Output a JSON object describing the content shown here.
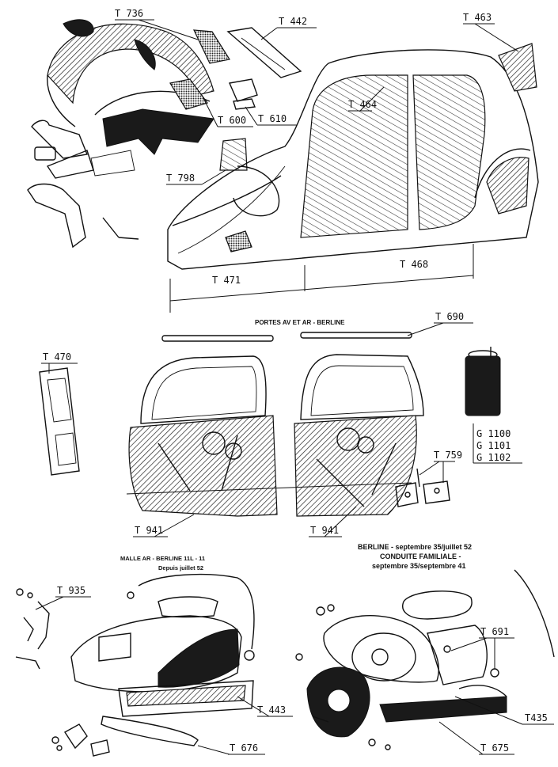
{
  "labels": {
    "t736": "T 736",
    "t442": "T 442",
    "t463": "T 463",
    "t464": "T 464",
    "t600": "T 600",
    "t610": "T 610",
    "t798": "T 798",
    "t471": "T 471",
    "t468": "T 468",
    "t690": "T 690",
    "t470": "T 470",
    "g1100": "G 1100",
    "g1101": "G 1101",
    "g1102": "G 1102",
    "t759": "T 759",
    "t941a": "T 941",
    "t941b": "T 941",
    "t935": "T 935",
    "t443": "T 443",
    "t676": "T 676",
    "t691": "T 691",
    "t435": "T435",
    "t675": "T 675"
  },
  "captions": {
    "doors": "PORTES AV ET AR - BERLINE",
    "trunk_line1": "MALLE AR - BERLINE 11L - 11",
    "trunk_line2": "Depuis juillet 52",
    "berline_line1": "BERLINE - septembre 35/juillet 52",
    "berline_line2": "CONDUITE FAMILIALE -",
    "berline_line3": "septembre 35/septembre 41"
  }
}
